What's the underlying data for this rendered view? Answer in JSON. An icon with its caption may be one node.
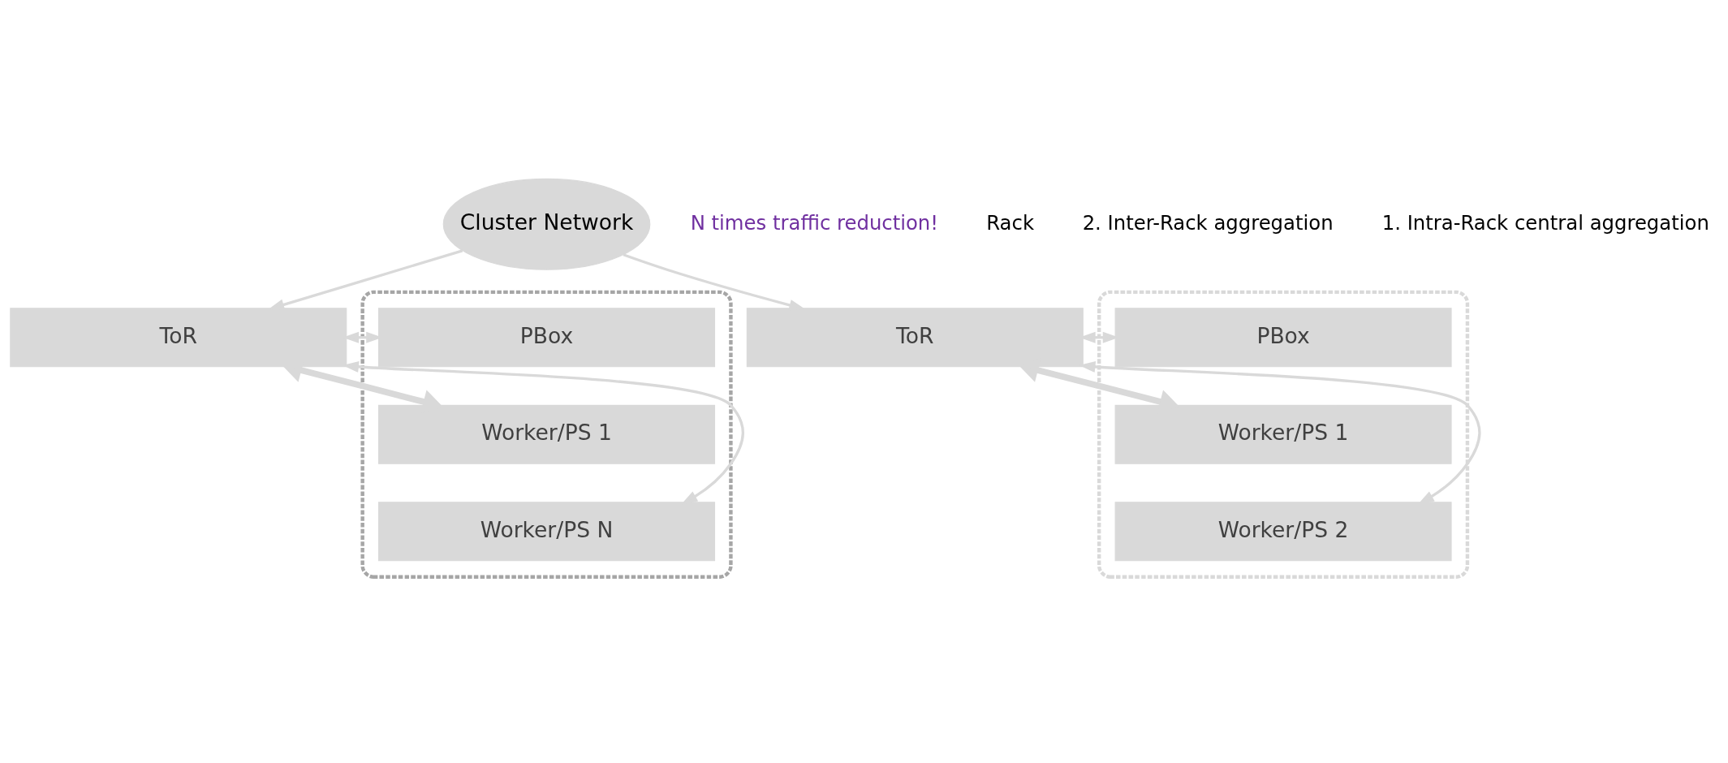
{
  "diagram": {
    "nodes": [
      {
        "text": [
          "Cluster Network"
        ]
      },
      {
        "text": [
          "ToR"
        ]
      },
      {
        "text": [],
        "shape": "box"
      },
      {
        "text": [
          "PBox"
        ],
        "in": 2
      },
      {
        "text": [
          "Worker/PS 1"
        ],
        "in": 2
      },
      {
        "text": [
          "Worker/PS N"
        ],
        "in": 2
      },
      {
        "text": [
          "ToR"
        ]
      },
      {
        "text": [],
        "shape": "box"
      },
      {
        "text": [
          "PBox"
        ],
        "in": 7
      },
      {
        "text": [
          "Worker/PS 1"
        ],
        "in": 7
      },
      {
        "text": [
          "Worker/PS 2"
        ],
        "in": 7
      }
    ],
    "edges": [
      {
        "from": 0,
        "to": 1,
        "arrow": "to"
      },
      {
        "from": 0,
        "to": 6,
        "arrow": "to"
      },
      {
        "from": 1,
        "to": 4,
        "arrow": "both",
        "style": "thick"
      },
      {
        "from": 1,
        "to": 3,
        "arrow": "both"
      },
      {
        "from": 1,
        "to": 5,
        "arrow": "both"
      },
      {
        "from": 6,
        "to": 9,
        "arrow": "both",
        "style": "thick"
      },
      {
        "from": 6,
        "to": 8,
        "arrow": "both"
      },
      {
        "from": 6,
        "to": 10,
        "arrow": "both"
      }
    ],
    "labels": [
      "N times traffic reduction!",
      "Rack",
      "2. Inter-Rack aggregation",
      "1. Intra-Rack central aggregation"
    ]
  }
}
